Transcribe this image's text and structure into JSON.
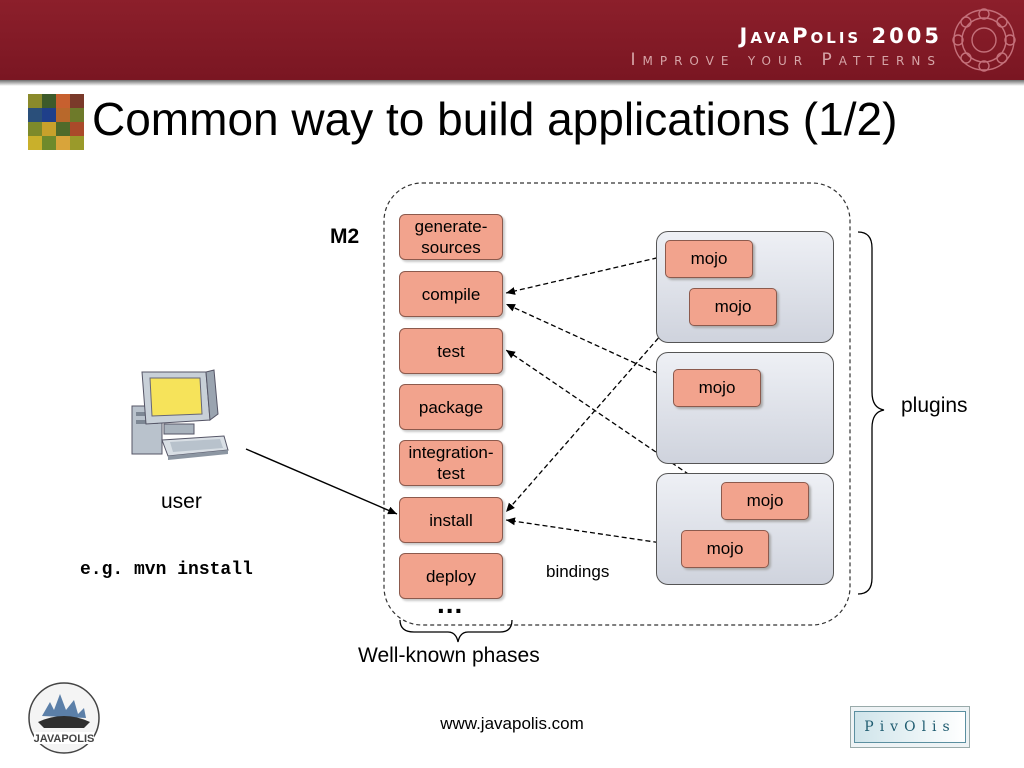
{
  "header": {
    "brand_title": "JavaPolis 2005",
    "brand_subtitle": "Improve your Patterns"
  },
  "slide": {
    "title": "Common way to build applications (1/2)"
  },
  "diagram": {
    "m2_label": "M2",
    "phases": [
      "generate-\nsources",
      "compile",
      "test",
      "package",
      "integration-\ntest",
      "install",
      "deploy"
    ],
    "ellipsis": "...",
    "phases_caption": "Well-known phases",
    "mojo_label": "mojo",
    "plugins_label": "plugins",
    "bindings_label": "bindings",
    "user_label": "user",
    "command_example": "e.g. mvn install"
  },
  "footer": {
    "url": "www.javapolis.com",
    "left_logo_text": "JAVAPOLIS",
    "right_logo_text": "PivOlis"
  },
  "colors": {
    "banner": "#7a1622",
    "box_fill": "#f2a38d",
    "plugin_fill": "#dfe2ea"
  }
}
